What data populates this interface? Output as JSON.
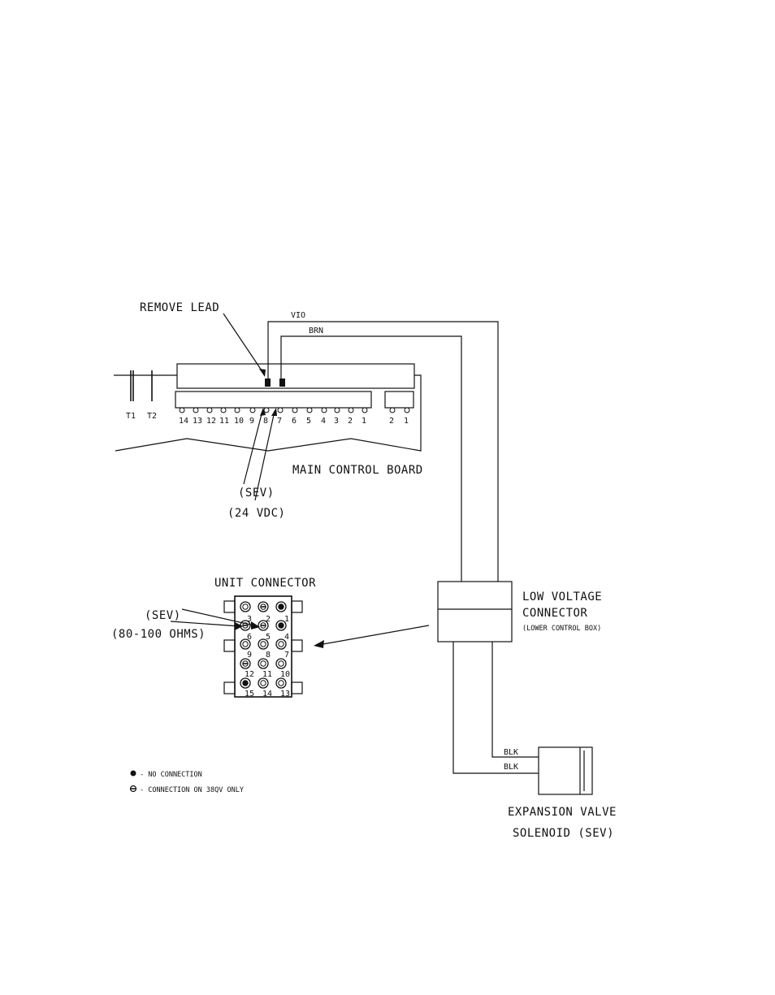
{
  "labels": {
    "remove_lead": "REMOVE LEAD",
    "vio": "VIO",
    "brn": "BRN",
    "t1": "T1",
    "t2": "T2",
    "main_control_board": "MAIN CONTROL BOARD",
    "sev_top": "(SEV)",
    "vdc": "(24 VDC)",
    "unit_connector": "UNIT CONNECTOR",
    "sev_left": "(SEV)",
    "ohms": "(80-100 OHMS)",
    "low_voltage_1": "LOW VOLTAGE",
    "low_voltage_2": "CONNECTOR",
    "low_voltage_3": "(LOWER CONTROL BOX)",
    "blk_1": "BLK",
    "blk_2": "BLK",
    "expansion_1": "EXPANSION VALVE",
    "expansion_2": "SOLENOID (SEV)",
    "legend_no_connection": "- NO CONNECTION",
    "legend_38qv": "- CONNECTION ON 38QV ONLY"
  },
  "board_terminals": [
    "14",
    "13",
    "12",
    "11",
    "10",
    "9",
    "8",
    "7",
    "6",
    "5",
    "4",
    "3",
    "2",
    "1"
  ],
  "board_terminals_small": [
    "2",
    "1"
  ],
  "connector_pins": [
    "3",
    "2",
    "1",
    "6",
    "5",
    "4",
    "9",
    "8",
    "7",
    "12",
    "11",
    "10",
    "15",
    "14",
    "13"
  ]
}
